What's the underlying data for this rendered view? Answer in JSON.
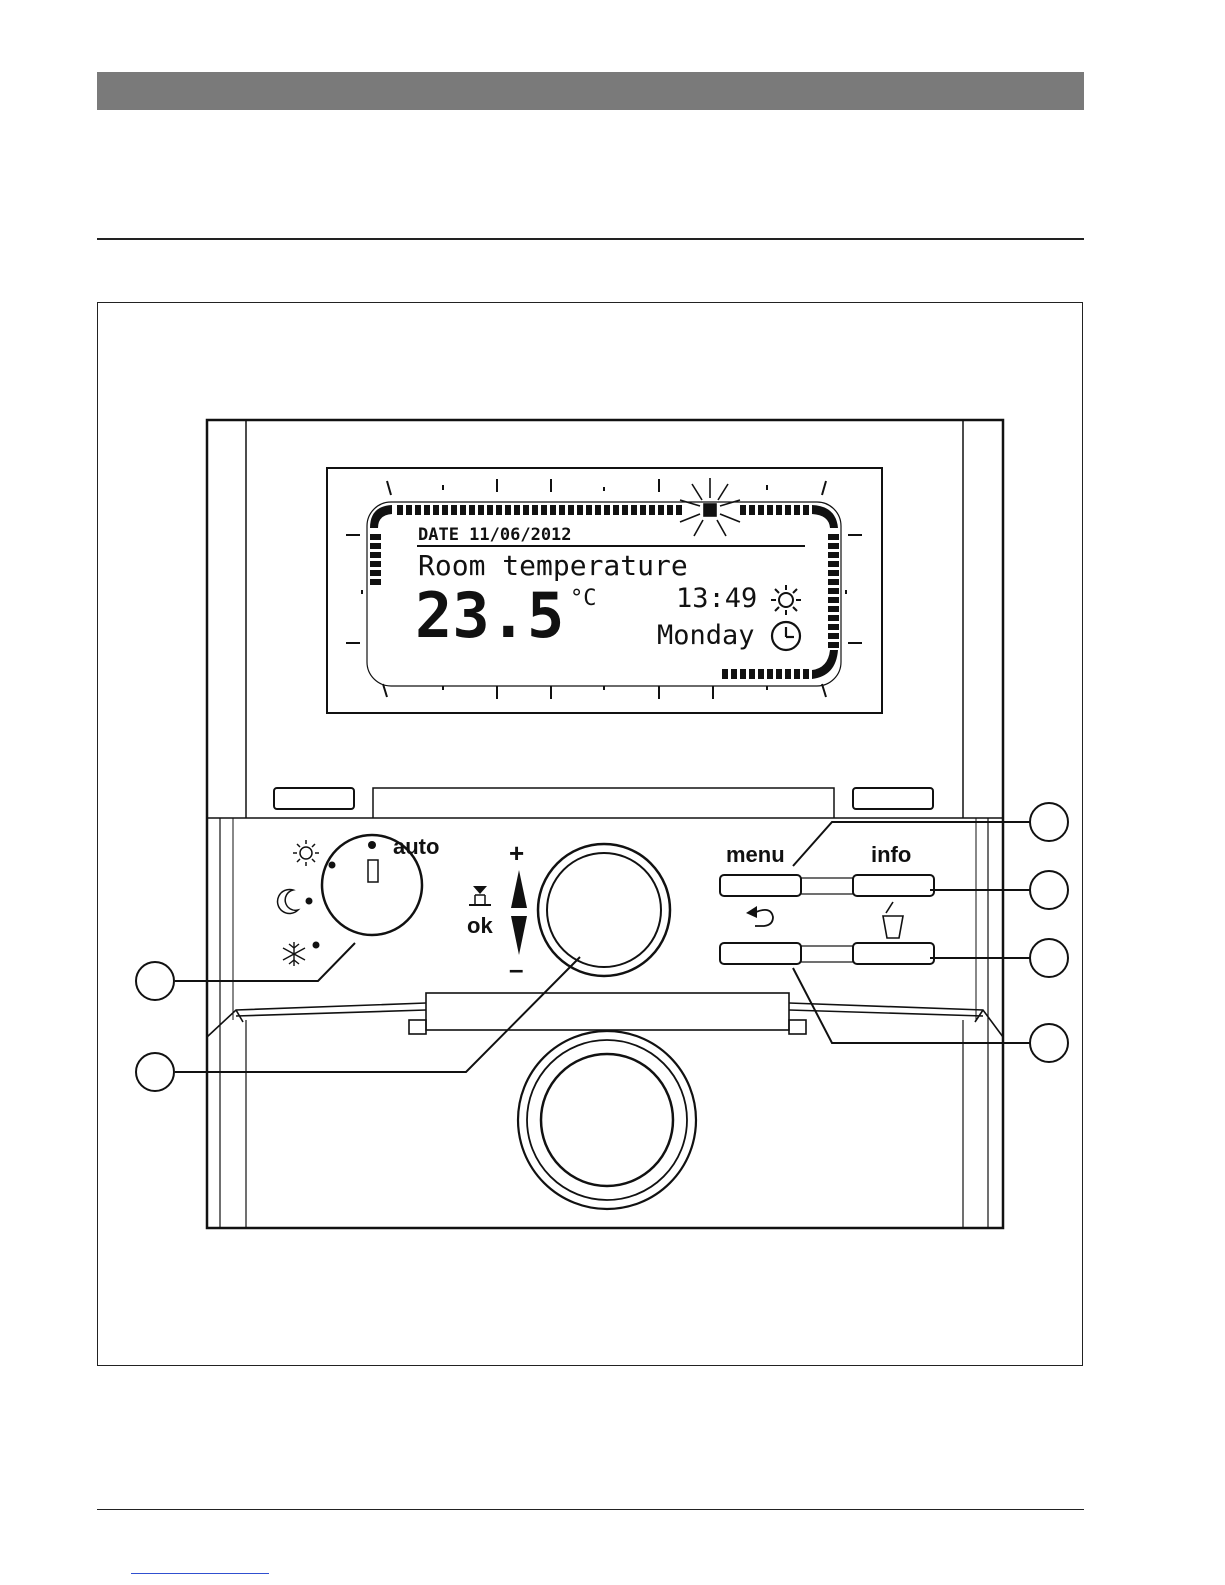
{
  "display": {
    "date_line": "DATE 11/06/2012",
    "title": "Room temperature",
    "temperature": "23.5",
    "unit": "°C",
    "time": "13:49",
    "weekday": "Monday",
    "icons": [
      "sun-icon",
      "clock-icon"
    ]
  },
  "controls": {
    "mode_auto_label": "auto",
    "mode_icons": [
      "sun-icon",
      "moon-icon",
      "snowflake-icon"
    ],
    "plus_label": "+",
    "minus_label": "–",
    "ok_label": "ok",
    "menu_label": "menu",
    "info_label": "info",
    "button_icons": [
      "back-arrow-icon",
      "bin-icon"
    ]
  }
}
